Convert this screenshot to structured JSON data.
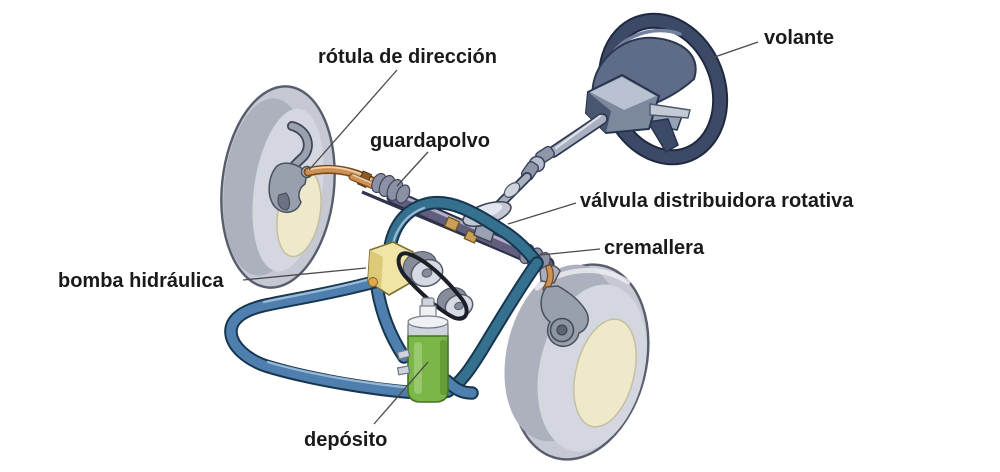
{
  "labels": {
    "rotula": "rótula de dirección",
    "guardapolvo": "guardapolvo",
    "volante": "volante",
    "valvula": "válvula distribuidora rotativa",
    "cremallera": "cremallera",
    "bomba": "bomba hidráulica",
    "deposito": "depósito"
  },
  "colors": {
    "background": "#ffffff",
    "label": "#1a1a1a",
    "leader": "#4a4a4a",
    "hoseBlue": "#4e7fae",
    "hoseTeal": "#35708f",
    "hoseOutline": "#17364f",
    "tire": "#c6c9d3",
    "tireEdge": "#575d6a",
    "tireShade": "#adb1bd",
    "wheelFace": "#efe9cc",
    "wheelRim": "#3c4a68",
    "dashPanel": "#5e6c88",
    "knuckle": "#98a0ae",
    "copper": "#cd9055",
    "copperDark": "#7a4a1e",
    "rack": "#5f5f7d",
    "boot": "#8b90a4",
    "brass": "#c8a05a",
    "pump": "#f0e5a5",
    "belt": "#1c1f27",
    "reservoir": "#7ab648"
  }
}
